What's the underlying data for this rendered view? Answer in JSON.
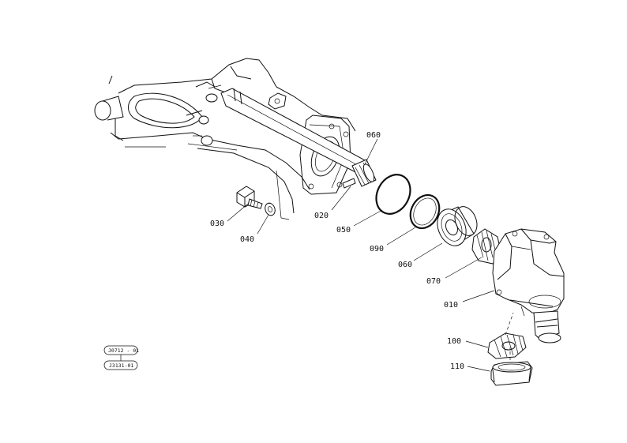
{
  "labels": {
    "p010": "010",
    "p020": "020",
    "p030": "030",
    "p040": "040",
    "p050": "050",
    "p060a": "060",
    "p060b": "060",
    "p070": "070",
    "p090": "090",
    "p100": "100",
    "p110": "110"
  },
  "stamps": {
    "upper": "J0712 - 01",
    "lower": "J3131-01"
  }
}
